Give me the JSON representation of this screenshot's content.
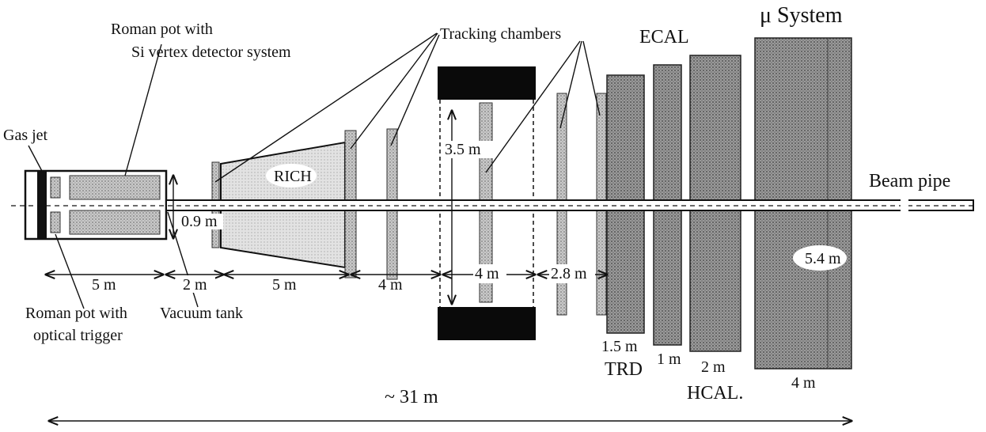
{
  "labels": {
    "roman_pot_si_line1": "Roman pot with",
    "roman_pot_si_line2": "Si vertex detector system",
    "tracking_chambers": "Tracking chambers",
    "ecal": "ECAL",
    "mu_system": "μ System",
    "gas_jet": "Gas jet",
    "rich": "RICH",
    "beam_pipe": "Beam pipe",
    "roman_pot_opt_line1": "Roman pot with",
    "roman_pot_opt_line2": "optical trigger",
    "vacuum_tank": "Vacuum tank",
    "trd": "TRD",
    "hcal": "HCAL.",
    "total_length": "~ 31 m"
  },
  "dimensions": {
    "pot_width": "0.9 m",
    "tracking_height": "3.5 m",
    "mu_height": "5.4 m",
    "seg_roman_pot": "5 m",
    "seg_gap1": "2 m",
    "seg_rich": "5 m",
    "seg_tracking1": "4 m",
    "seg_magnet": "4 m",
    "seg_tracking2": "2.8 m",
    "trd_len": "1.5 m",
    "ecal_len": "1 m",
    "hcal_len": "2 m",
    "mu_len": "4 m"
  },
  "colors": {
    "ink": "#111111",
    "shade": "#bcbcbc",
    "shade_dark": "#8f8f8f",
    "shade_light": "#d9d9d9",
    "magnet": "#0a0a0a"
  }
}
